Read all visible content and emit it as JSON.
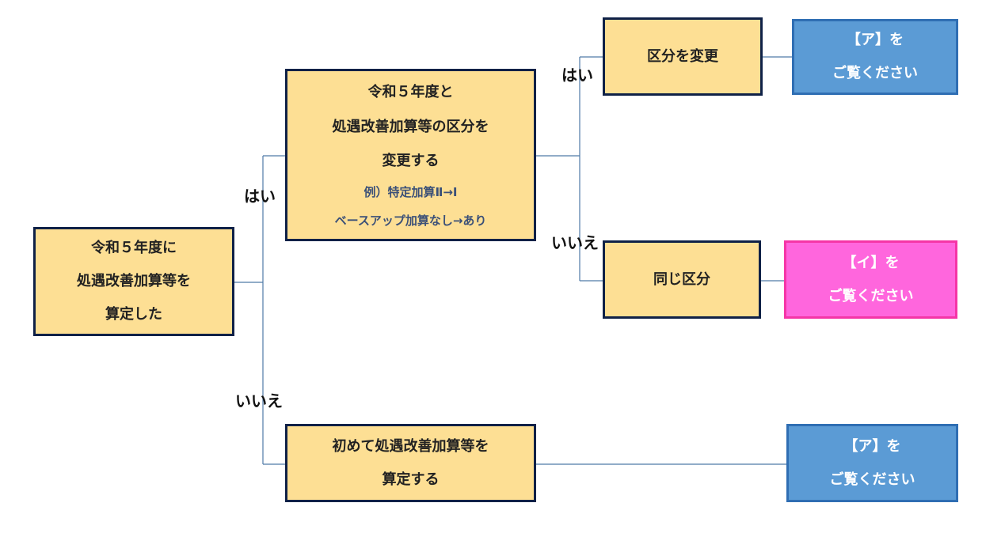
{
  "colors": {
    "box_fill": "#fddf94",
    "box_border": "#0f2147",
    "result_a_fill": "#5b9bd5",
    "result_i_fill": "#ff66dd",
    "connector": "#4f7aa8"
  },
  "nodes": {
    "start": {
      "lines": [
        "令和５年度に",
        "処遇改善加算等を",
        "算定した"
      ]
    },
    "changed": {
      "lines": [
        "令和５年度と",
        "処遇改善加算等の区分を",
        "変更する"
      ],
      "example_lines": [
        "例）特定加算Ⅱ→Ⅰ",
        "ベースアップ加算なし→あり"
      ]
    },
    "change_category": {
      "lines": [
        "区分を変更"
      ]
    },
    "same_category": {
      "lines": [
        "同じ区分"
      ]
    },
    "first_time": {
      "lines": [
        "初めて処遇改善加算等を",
        "算定する"
      ]
    },
    "result_a_top": {
      "lines": [
        "【ア】を",
        "ご覧ください"
      ]
    },
    "result_i": {
      "lines": [
        "【イ】を",
        "ご覧ください"
      ]
    },
    "result_a_bottom": {
      "lines": [
        "【ア】を",
        "ご覧ください"
      ]
    }
  },
  "edge_labels": {
    "start_yes": "はい",
    "start_no": "いいえ",
    "changed_yes": "はい",
    "changed_no": "いいえ"
  }
}
